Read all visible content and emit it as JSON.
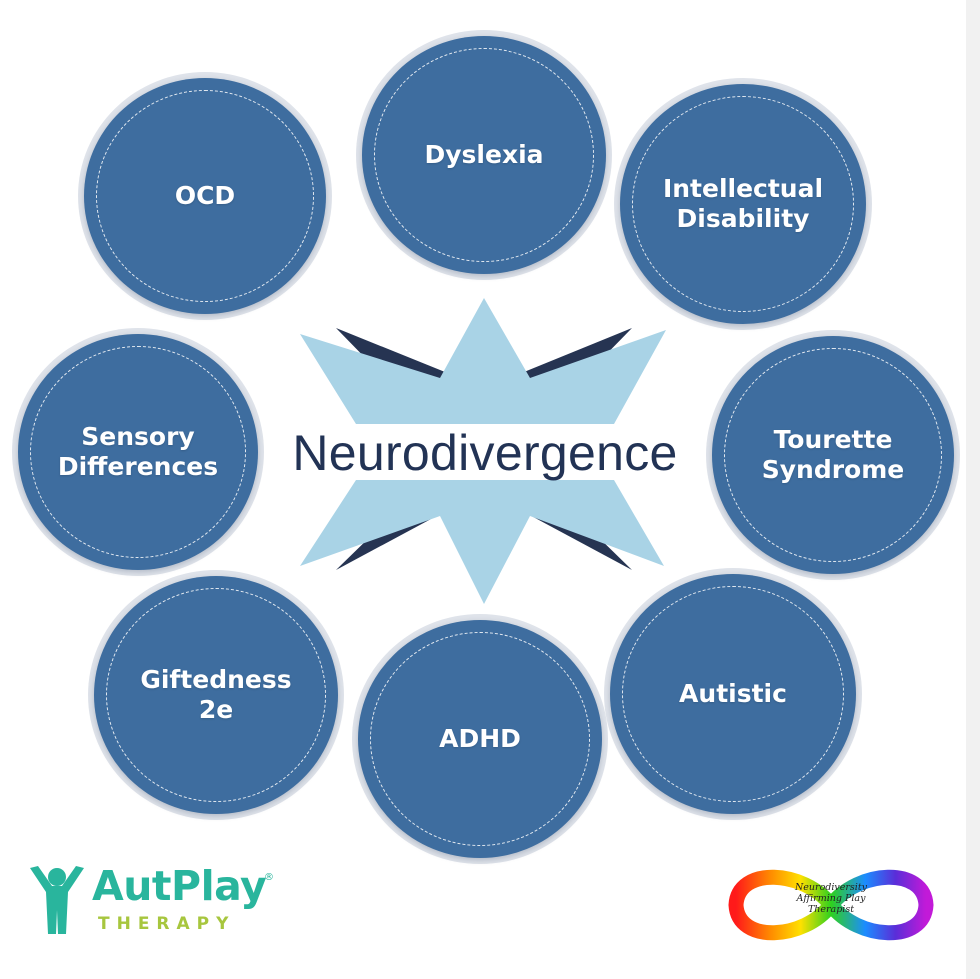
{
  "center": {
    "title": "Neurodivergence"
  },
  "bubbles": [
    {
      "id": "ocd",
      "label": "OCD"
    },
    {
      "id": "dyslexia",
      "label": "Dyslexia"
    },
    {
      "id": "intellectual-disability",
      "label": "Intellectual\nDisability"
    },
    {
      "id": "sensory-differences",
      "label": "Sensory\nDifferences"
    },
    {
      "id": "tourette-syndrome",
      "label": "Tourette\nSyndrome"
    },
    {
      "id": "giftedness-2e",
      "label": "Giftedness\n2e"
    },
    {
      "id": "adhd",
      "label": "ADHD"
    },
    {
      "id": "autistic",
      "label": "Autistic"
    }
  ],
  "logos": {
    "autplay": {
      "name": "AutPlay",
      "registered": "®",
      "subtitle": "THERAPY",
      "icon": "person-arms-up-icon"
    },
    "badge": {
      "text": "Neurodiversity\nAffirming Play\nTherapist",
      "icon": "rainbow-infinity-icon"
    }
  },
  "colors": {
    "bubble_fill": "#3e6d9f",
    "bubble_halo": "#dfe3ea",
    "star_light": "#a9d3e6",
    "star_dark": "#263452",
    "title_text": "#223355",
    "autplay_teal": "#29b59d",
    "autplay_green": "#a7c63e"
  }
}
